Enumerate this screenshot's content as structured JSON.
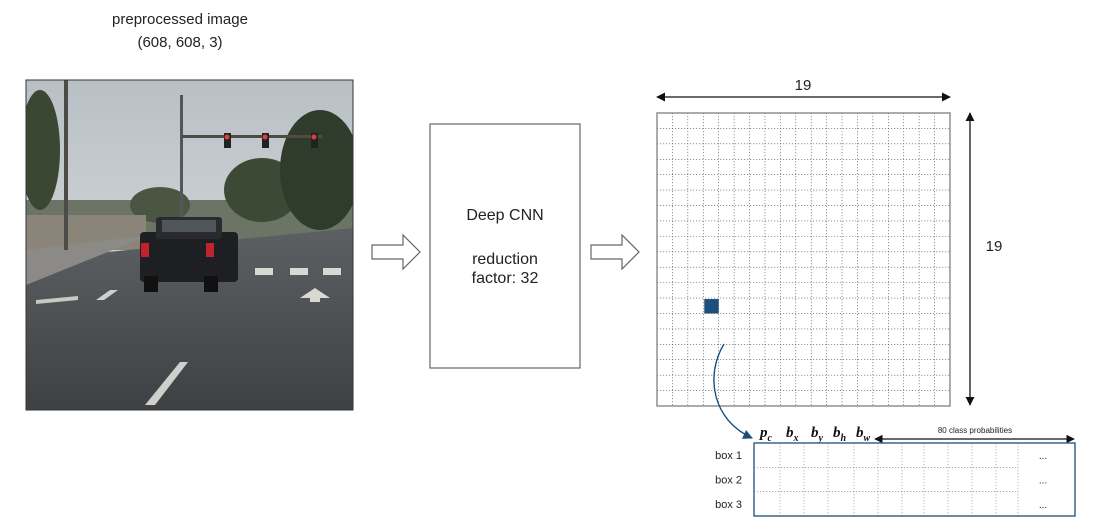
{
  "input": {
    "title_line1": "preprocessed image",
    "title_line2": "(608, 608, 3)"
  },
  "cnn": {
    "title": "Deep CNN",
    "line2": "reduction",
    "line3": "factor: 32"
  },
  "grid": {
    "cells": 19,
    "width_label": "19",
    "height_label": "19",
    "highlight": {
      "col": 3,
      "row": 12
    },
    "highlight_color": "#1c4f7a"
  },
  "output": {
    "labels": [
      {
        "main": "p",
        "sub": "c"
      },
      {
        "main": "b",
        "sub": "x"
      },
      {
        "main": "b",
        "sub": "y"
      },
      {
        "main": "b",
        "sub": "h"
      },
      {
        "main": "b",
        "sub": "w"
      }
    ],
    "class_label": "80 class probabilities",
    "rows": [
      "box 1",
      "box 2",
      "box 3"
    ],
    "ellipsis": "...",
    "border_color": "#1c4f7a"
  }
}
